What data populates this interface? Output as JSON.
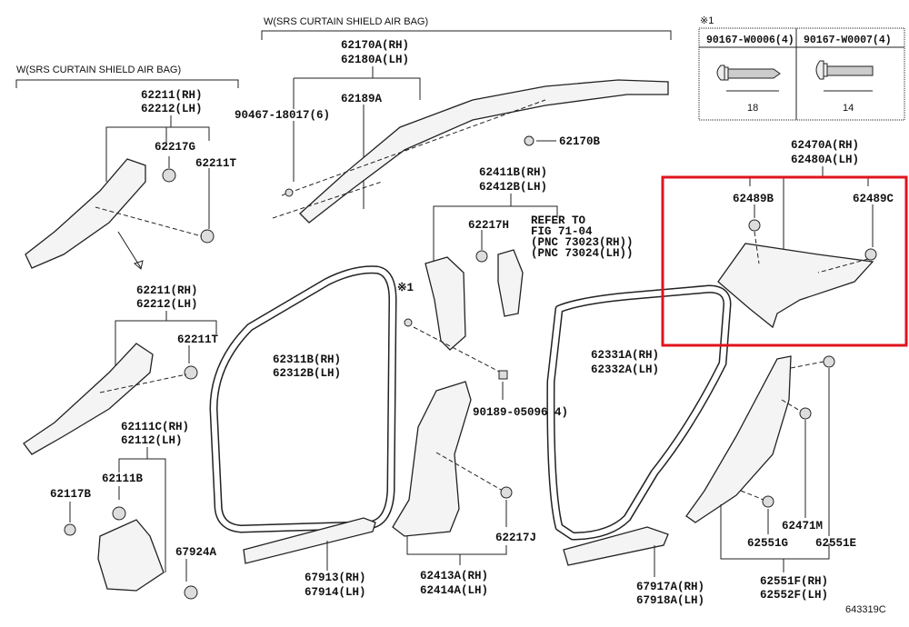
{
  "title_left": "W(SRS CURTAIN SHIELD AIR BAG)",
  "title_top": "W(SRS CURTAIN SHIELD AIR BAG)",
  "note_mark": "※1",
  "screw_table": {
    "mark": "※1",
    "columns": [
      {
        "part": "90167-W0006(4)",
        "length": "18"
      },
      {
        "part": "90167-W0007(4)",
        "length": "14"
      }
    ]
  },
  "labels": {
    "p62211_a": "62211(RH)",
    "p62212_a": "62212(LH)",
    "p62217G": "62217G",
    "p62211T_a": "62211T",
    "p62211_b": "62211(RH)",
    "p62212_b": "62212(LH)",
    "p62211T_b": "62211T",
    "p62111C": "62111C(RH)",
    "p62112": "62112(LH)",
    "p62111B": "62111B",
    "p62117B": "62117B",
    "p67924A": "67924A",
    "p62170A": "62170A(RH)",
    "p62180A": "62180A(LH)",
    "p62189A": "62189A",
    "p90467": "90467-18017(6)",
    "p62170B": "62170B",
    "p62411B": "62411B(RH)",
    "p62412B": "62412B(LH)",
    "p62217H": "62217H",
    "refer1": "REFER TO",
    "refer2": "FIG 71-04",
    "refer3": "(PNC 73023(RH))",
    "refer4": "(PNC 73024(LH))",
    "p62311B": "62311B(RH)",
    "p62312B": "62312B(LH)",
    "p90189": "90189-05096(4)",
    "p62217J": "62217J",
    "p67913": "67913(RH)",
    "p67914": "67914(LH)",
    "p62413A": "62413A(RH)",
    "p62414A": "62414A(LH)",
    "p62331A": "62331A(RH)",
    "p62332A": "62332A(LH)",
    "p62470A": "62470A(RH)",
    "p62480A": "62480A(LH)",
    "p62489B": "62489B",
    "p62489C": "62489C",
    "p62471M": "62471M",
    "p62551G": "62551G",
    "p62551E": "62551E",
    "p62551F": "62551F(RH)",
    "p62552F": "62552F(LH)",
    "p67917A": "67917A(RH)",
    "p67918A": "67918A(LH)",
    "diagram_id": "643319C"
  },
  "highlight_color": "#e0141e"
}
